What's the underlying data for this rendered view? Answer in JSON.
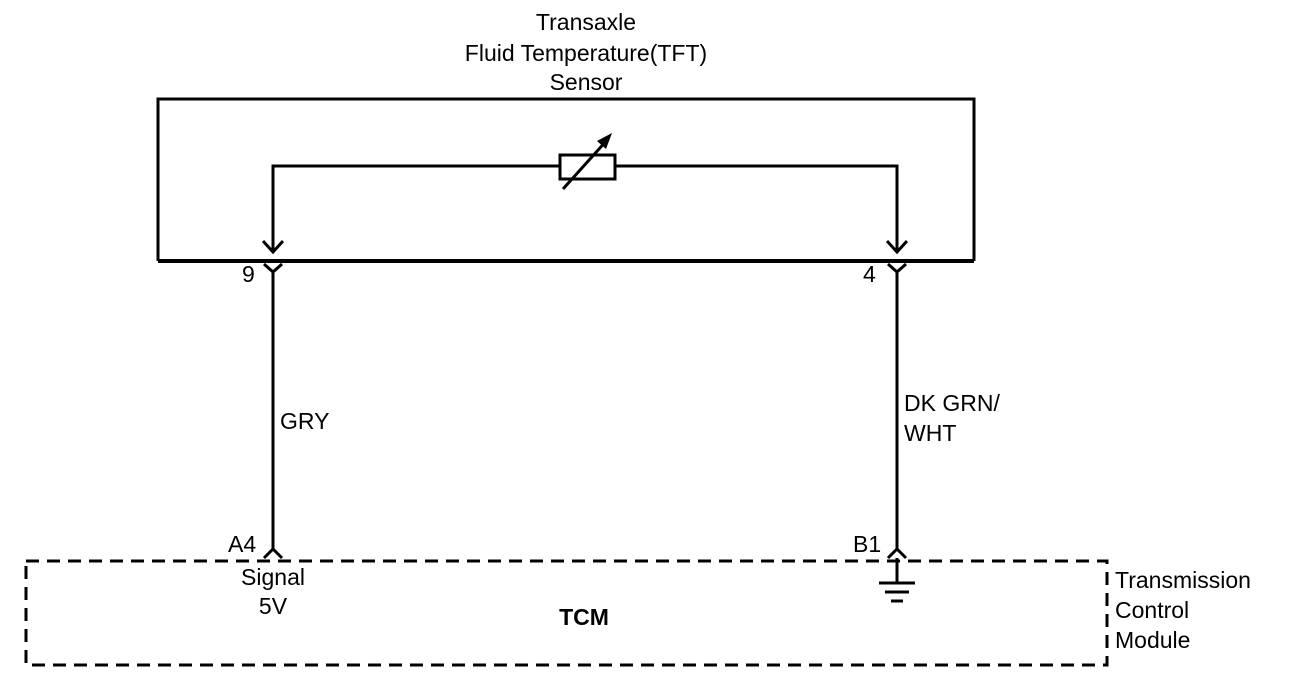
{
  "sensor": {
    "title_lines": [
      "Transaxle",
      "Fluid Temperature(TFT)",
      "Sensor"
    ],
    "pin_left": "9",
    "pin_right": "4"
  },
  "wires": {
    "left_color": "GRY",
    "right_color_lines": [
      "DK GRN/",
      "WHT"
    ]
  },
  "module": {
    "name": "TCM",
    "full_name_lines": [
      "Transmission",
      "Control",
      "Module"
    ],
    "pin_left": "A4",
    "pin_right": "B1",
    "signal_label_lines": [
      "Signal",
      "5V"
    ]
  }
}
